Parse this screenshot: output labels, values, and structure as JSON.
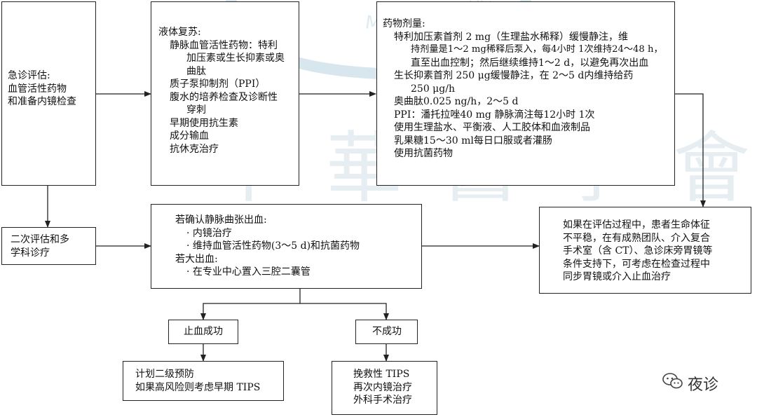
{
  "watermark": {
    "text": "中 華 醫 學 會"
  },
  "boxes": {
    "b1": {
      "lines": [
        "急诊评估:",
        "血管活性药物",
        "和准备内镜检查"
      ]
    },
    "b2": {
      "lines": [
        "二次评估和多",
        "学科诊疗"
      ]
    },
    "b3": {
      "title": "液体复苏:",
      "items": [
        {
          "text": "静脉血管活性药物：特利",
          "indent": 1
        },
        {
          "text": "加压素或生长抑素或奥",
          "indent": 2
        },
        {
          "text": "曲肽",
          "indent": 2
        },
        {
          "text": "质子泵抑制剂（PPI）",
          "indent": 1
        },
        {
          "text": "腹水的培养检查及诊断性",
          "indent": 1
        },
        {
          "text": "穿刺",
          "indent": 2
        },
        {
          "text": "早期使用抗生素",
          "indent": 1
        },
        {
          "text": "成分输血",
          "indent": 1
        },
        {
          "text": "抗休克治疗",
          "indent": 1
        }
      ]
    },
    "b4": {
      "title": "药物剂量:",
      "items": [
        {
          "text": "特利加压素首剂 2 mg（生理盐水稀释）缓慢静注，维",
          "indent": 1
        },
        {
          "text": "持剂量是1～2 mg稀释后泵入，每4小时 1次维持24～48 h，",
          "indent": 2
        },
        {
          "text": "直至出血控制；然后继续维持1～2 d，以避免再次出血",
          "indent": 2
        },
        {
          "text": "生长抑素首剂 250 μg缓慢静注，在 2～5 d内维持给药",
          "indent": 1
        },
        {
          "text": "250 μg/h",
          "indent": 2
        },
        {
          "text": "奥曲肽0.025 ng/h，2～5 d",
          "indent": 1
        },
        {
          "text": "PPI：潘托拉唑40 mg 静脉滴注每12小时 1次",
          "indent": 1
        },
        {
          "text": "使用生理盐水、平衡液、人工胶体和血液制品",
          "indent": 1
        },
        {
          "text": "乳果糖15～30 ml每日口服或者灌肠",
          "indent": 1
        },
        {
          "text": "使用抗菌药物",
          "indent": 1
        }
      ]
    },
    "b5": {
      "items": [
        {
          "text": "若确认静脉曲张出血:",
          "indent": 0
        },
        {
          "text": "· 内镜治疗",
          "indent": 1
        },
        {
          "text": "· 维持血管活性药物(3～5 d)和抗菌药物",
          "indent": 1
        },
        {
          "text": "若大出血:",
          "indent": 0
        },
        {
          "text": "· 在专业中心置入三腔二囊管",
          "indent": 1
        }
      ]
    },
    "b6": {
      "lines": [
        "如果在评估过程中，患者生命体征",
        "不平稳，在有成熟团队、介入复合",
        "手术室（含 CT）、急诊床旁胃镜等",
        "条件支持下，可考虑在检查过程中",
        "同步胃镜或介入止血治疗"
      ]
    },
    "b7": {
      "lines": [
        "止血成功"
      ]
    },
    "b8": {
      "lines": [
        "不成功"
      ]
    },
    "b9": {
      "lines": [
        "计划二级预防",
        "如果高风险则考虑早期 TIPS"
      ]
    },
    "b10": {
      "lines": [
        "挽救性 TIPS",
        "再次内镜治疗",
        "外科手术治疗"
      ]
    }
  },
  "footer": {
    "wechat_label": "夜诊",
    "icon": "wechat-icon"
  }
}
